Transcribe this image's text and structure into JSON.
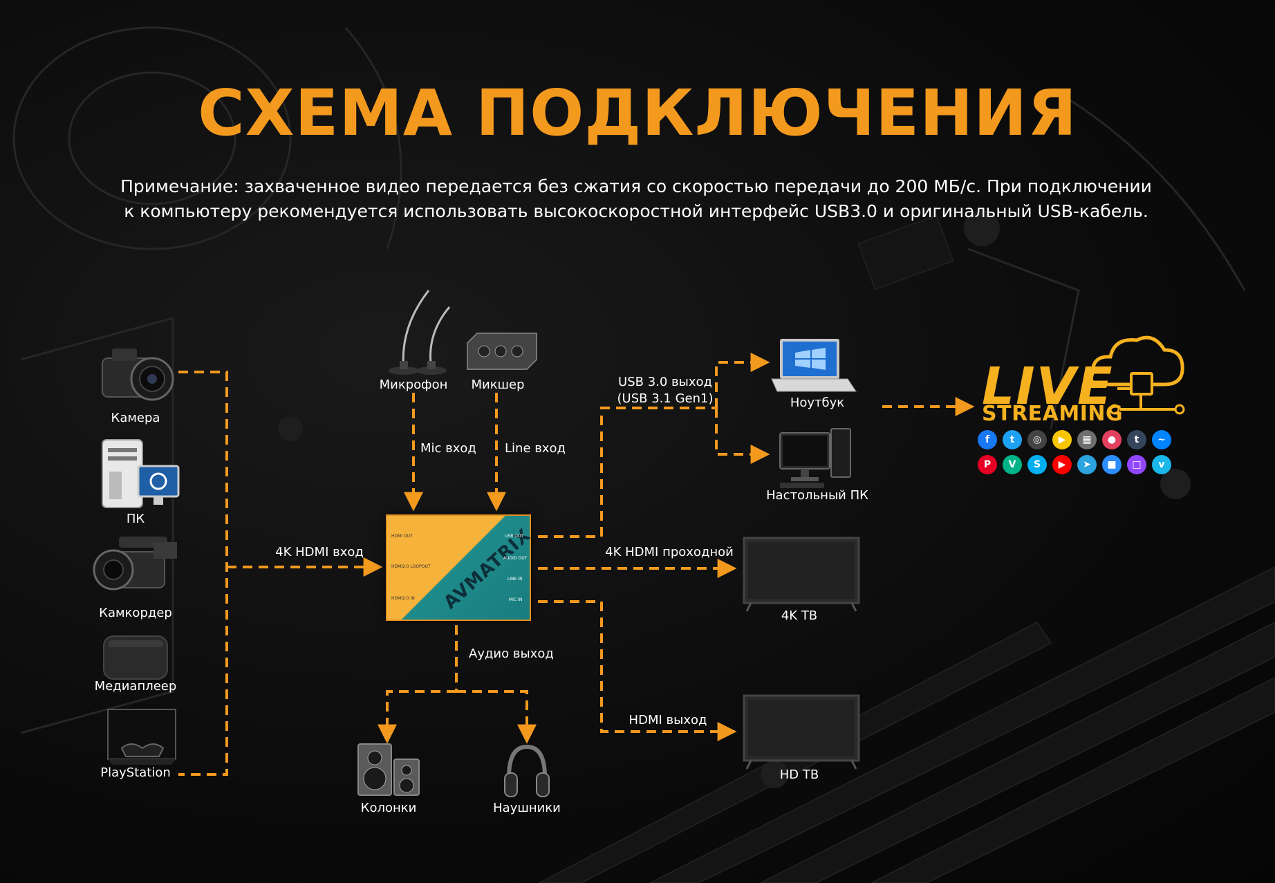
{
  "title": "СХЕМА ПОДКЛЮЧЕНИЯ",
  "note": {
    "line1": "Примечание: захваченное видео передается без сжатия со скоростью передачи до 200 МБ/с. При подключении",
    "line2": "к компьютеру рекомендуется использовать высокоскоростной интерфейс USB3.0 и оригинальный USB-кабель."
  },
  "colors": {
    "accent": "#f39a1e",
    "wire": "#f39a1e",
    "background": "#0b0b0b",
    "live": "#f6b11f"
  },
  "sources": {
    "camera": "Камера",
    "pc": "ПК",
    "camcorder": "Камкордер",
    "mediaplayer": "Медиаплеер",
    "playstation": "PlayStation"
  },
  "audio_in": {
    "microphone": "Микрофон",
    "mixer": "Микшер",
    "mic_input": "Mic вход",
    "line_input": "Line вход"
  },
  "connections": {
    "hdmi_in": "4K HDMI вход",
    "usb_out_line1": "USB 3.0 выход",
    "usb_out_line2": "(USB 3.1 Gen1)",
    "hdmi_passthrough": "4K HDMI проходной",
    "hdmi_out": "HDMI выход",
    "audio_out": "Аудио выход"
  },
  "outputs": {
    "laptop": "Ноутбук",
    "desktop": "Настольный ПК",
    "tv4k": "4K ТВ",
    "tvhd": "HD ТВ",
    "speakers": "Колонки",
    "headphones": "Наушники"
  },
  "capture_card": {
    "brand": "AVMATRIX",
    "ports_left": [
      "HDMI OUT",
      "HDMI2.0 LOOPOUT",
      "HDMI2.0 IN"
    ],
    "ports_right": [
      "USB OUT",
      "AUDIO OUT",
      "LINE IN",
      "MIC IN"
    ]
  },
  "live_streaming": {
    "live": "LIVE",
    "streaming": "STREAMING",
    "icons": [
      "facebook-icon",
      "twitter-icon",
      "obs-icon",
      "youtube-play-icon",
      "grid-icon",
      "location-icon",
      "tumblr-icon",
      "messenger-icon",
      "pinterest-icon",
      "vine-icon",
      "skype-icon",
      "youtube-icon",
      "telegram-icon",
      "zoom-icon",
      "twitch-icon",
      "vimeo-icon"
    ],
    "icon_colors": [
      "#1877f2",
      "#1da1f2",
      "#444444",
      "#f7c600",
      "#6e6e6e",
      "#e4405f",
      "#35465c",
      "#0084ff",
      "#e60023",
      "#00b488",
      "#00aff0",
      "#ff0000",
      "#2aa3de",
      "#2d8cff",
      "#9146ff",
      "#1ab7ea"
    ],
    "icon_glyphs": [
      "f",
      "t",
      "◎",
      "▶",
      "▦",
      "●",
      "t",
      "~",
      "P",
      "V",
      "S",
      "▶",
      "➤",
      "■",
      "□",
      "v"
    ]
  }
}
